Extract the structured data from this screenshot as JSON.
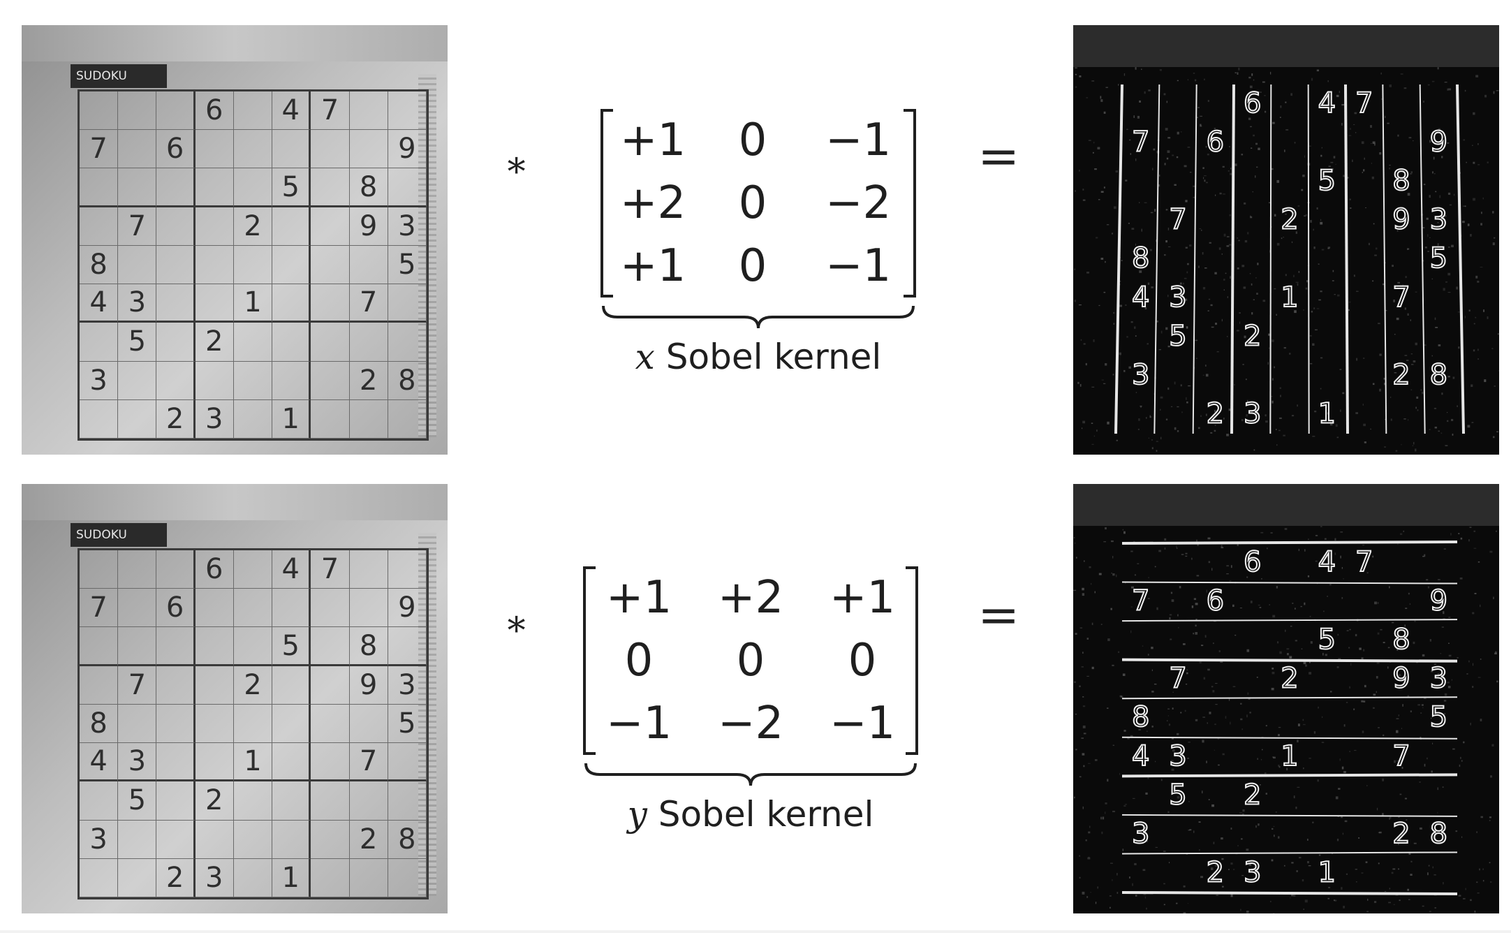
{
  "puzzle": {
    "label": "SUDOKU",
    "grid": [
      [
        "",
        "",
        "",
        "6",
        "",
        "4",
        "7",
        "",
        ""
      ],
      [
        "7",
        "",
        "6",
        "",
        "",
        "",
        "",
        "",
        "9"
      ],
      [
        "",
        "",
        "",
        "",
        "",
        "5",
        "",
        "8",
        ""
      ],
      [
        "",
        "7",
        "",
        "",
        "2",
        "",
        "",
        "9",
        "3"
      ],
      [
        "8",
        "",
        "",
        "",
        "",
        "",
        "",
        "",
        "5"
      ],
      [
        "4",
        "3",
        "",
        "",
        "1",
        "",
        "",
        "7",
        ""
      ],
      [
        "",
        "5",
        "",
        "2",
        "",
        "",
        "",
        "",
        ""
      ],
      [
        "3",
        "",
        "",
        "",
        "",
        "",
        "",
        "2",
        "8"
      ],
      [
        "",
        "",
        "2",
        "3",
        "",
        "1",
        "",
        "",
        ""
      ]
    ]
  },
  "operators": {
    "convolve": "∗",
    "equals": "="
  },
  "kernels": [
    {
      "caption_var": "x",
      "caption_text": " Sobel kernel",
      "matrix": [
        [
          "+1",
          "0",
          "−1"
        ],
        [
          "+2",
          "0",
          "−2"
        ],
        [
          "+1",
          "0",
          "−1"
        ]
      ]
    },
    {
      "caption_var": "y",
      "caption_text": " Sobel kernel",
      "matrix": [
        [
          "+1",
          "+2",
          "+1"
        ],
        [
          "0",
          "0",
          "0"
        ],
        [
          "−1",
          "−2",
          "−1"
        ]
      ]
    }
  ]
}
